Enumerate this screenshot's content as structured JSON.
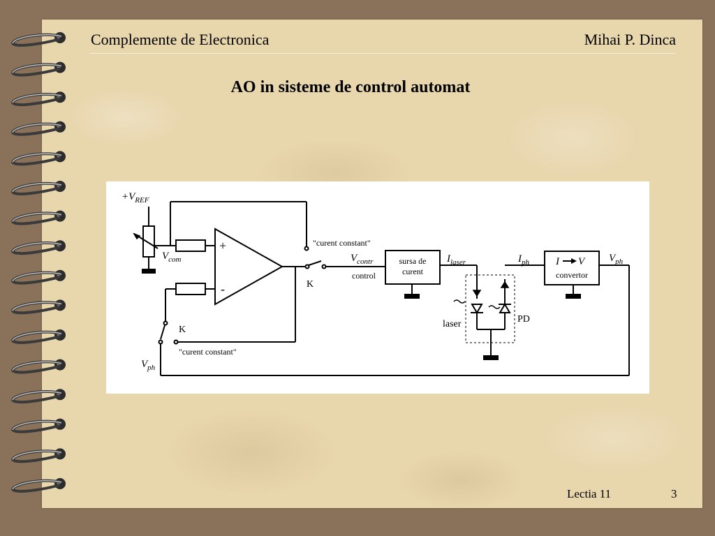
{
  "header": {
    "course": "Complemente de Electronica",
    "author": "Mihai P. Dinca"
  },
  "slide_title": "AO in sisteme de control automat",
  "footer": {
    "lecture": "Lectia 11",
    "page_number": "3"
  },
  "diagram": {
    "vref": {
      "main": "+V",
      "sub": "REF"
    },
    "vcom": {
      "main": "V",
      "sub": "com"
    },
    "opamp_plus": "+",
    "opamp_minus": "-",
    "switch_top_label": "K",
    "switch_top_position": "\"curent constant\"",
    "switch_bottom_label": "K",
    "switch_bottom_position": "\"curent constant\"",
    "vcontr": {
      "main": "V",
      "sub": "contr"
    },
    "control_label": "control",
    "source_block": {
      "line1": "sursa de",
      "line2": "curent"
    },
    "ilaser": {
      "main": "I",
      "sub": "laser"
    },
    "iph": {
      "main": "I",
      "sub": "ph"
    },
    "laser_label": "laser",
    "pd_label": "PD",
    "converter_block": {
      "from": "I",
      "to": "V",
      "line2": "convertor"
    },
    "vph_out": {
      "main": "V",
      "sub": "ph"
    },
    "vph_in": {
      "main": "V",
      "sub": "ph"
    }
  }
}
